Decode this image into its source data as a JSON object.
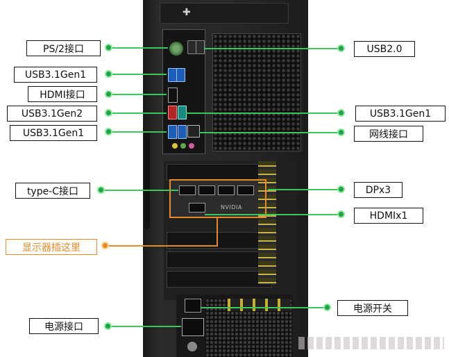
{
  "labels": {
    "ps2": "PS/2接口",
    "usb31gen1_a": "USB3.1Gen1",
    "hdmi": "HDMI接口",
    "usb31gen2": "USB3.1Gen2",
    "usb31gen1_b": "USB3.1Gen1",
    "typec": "type-C接口",
    "display_here": "显示器插这里",
    "power_socket": "电源接口",
    "usb20": "USB2.0",
    "usb31gen1_c": "USB3.1Gen1",
    "ethernet": "网线接口",
    "dp": "DPx3",
    "hdmi_gpu": "HDMIx1",
    "power_switch": "电源开关"
  },
  "gpu_brand": "NVIDIA",
  "colors": {
    "callout_green": "#1ea34a",
    "callout_orange": "#e58b2a",
    "case_black": "#1a1a1a",
    "usb3_blue": "#1d5fb8",
    "usb_gen2_red": "#b32424"
  }
}
